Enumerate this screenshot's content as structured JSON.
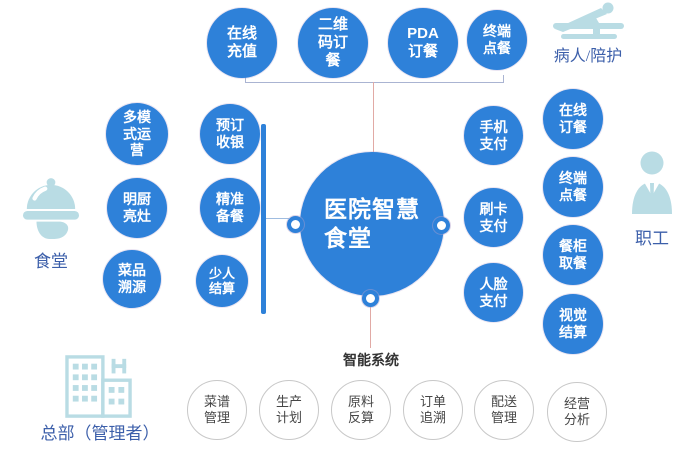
{
  "colors": {
    "node_blue": "#2e81d9",
    "icon_blue": "#b9dce4",
    "label_blue": "#3c5faa",
    "bracket": "#aab4d2",
    "connector_pink": "#e1aaa5",
    "bar_blue": "#2e81d9",
    "tick_blue": "#9fbce0",
    "white_node_border": "#c8c8c8",
    "white_node_text": "#464646",
    "system_label_color": "#333333"
  },
  "center": {
    "label": "医院智慧\n食堂"
  },
  "top_nodes": [
    "在线\n充值",
    "二维\n码订\n餐",
    "PDA\n订餐",
    "终端\n点餐"
  ],
  "left_nodes": [
    "多模\n式运\n营",
    "预订\n收银",
    "明厨\n亮灶",
    "精准\n备餐",
    "菜品\n溯源",
    "少人\n结算"
  ],
  "pay_nodes": [
    "手机\n支付",
    "刷卡\n支付",
    "人脸\n支付"
  ],
  "right_nodes": [
    "在线\n订餐",
    "终端\n点餐",
    "餐柜\n取餐",
    "视觉\n结算"
  ],
  "bottom": {
    "system_label": "智能系统",
    "nodes": [
      "菜谱\n管理",
      "生产\n计划",
      "原料\n反算",
      "订单\n追溯",
      "配送\n管理",
      "经营\n分析"
    ]
  },
  "actors": {
    "patient": "病人/陪护",
    "canteen": "食堂",
    "staff": "职工",
    "headquarters": "总部（管理者）"
  }
}
